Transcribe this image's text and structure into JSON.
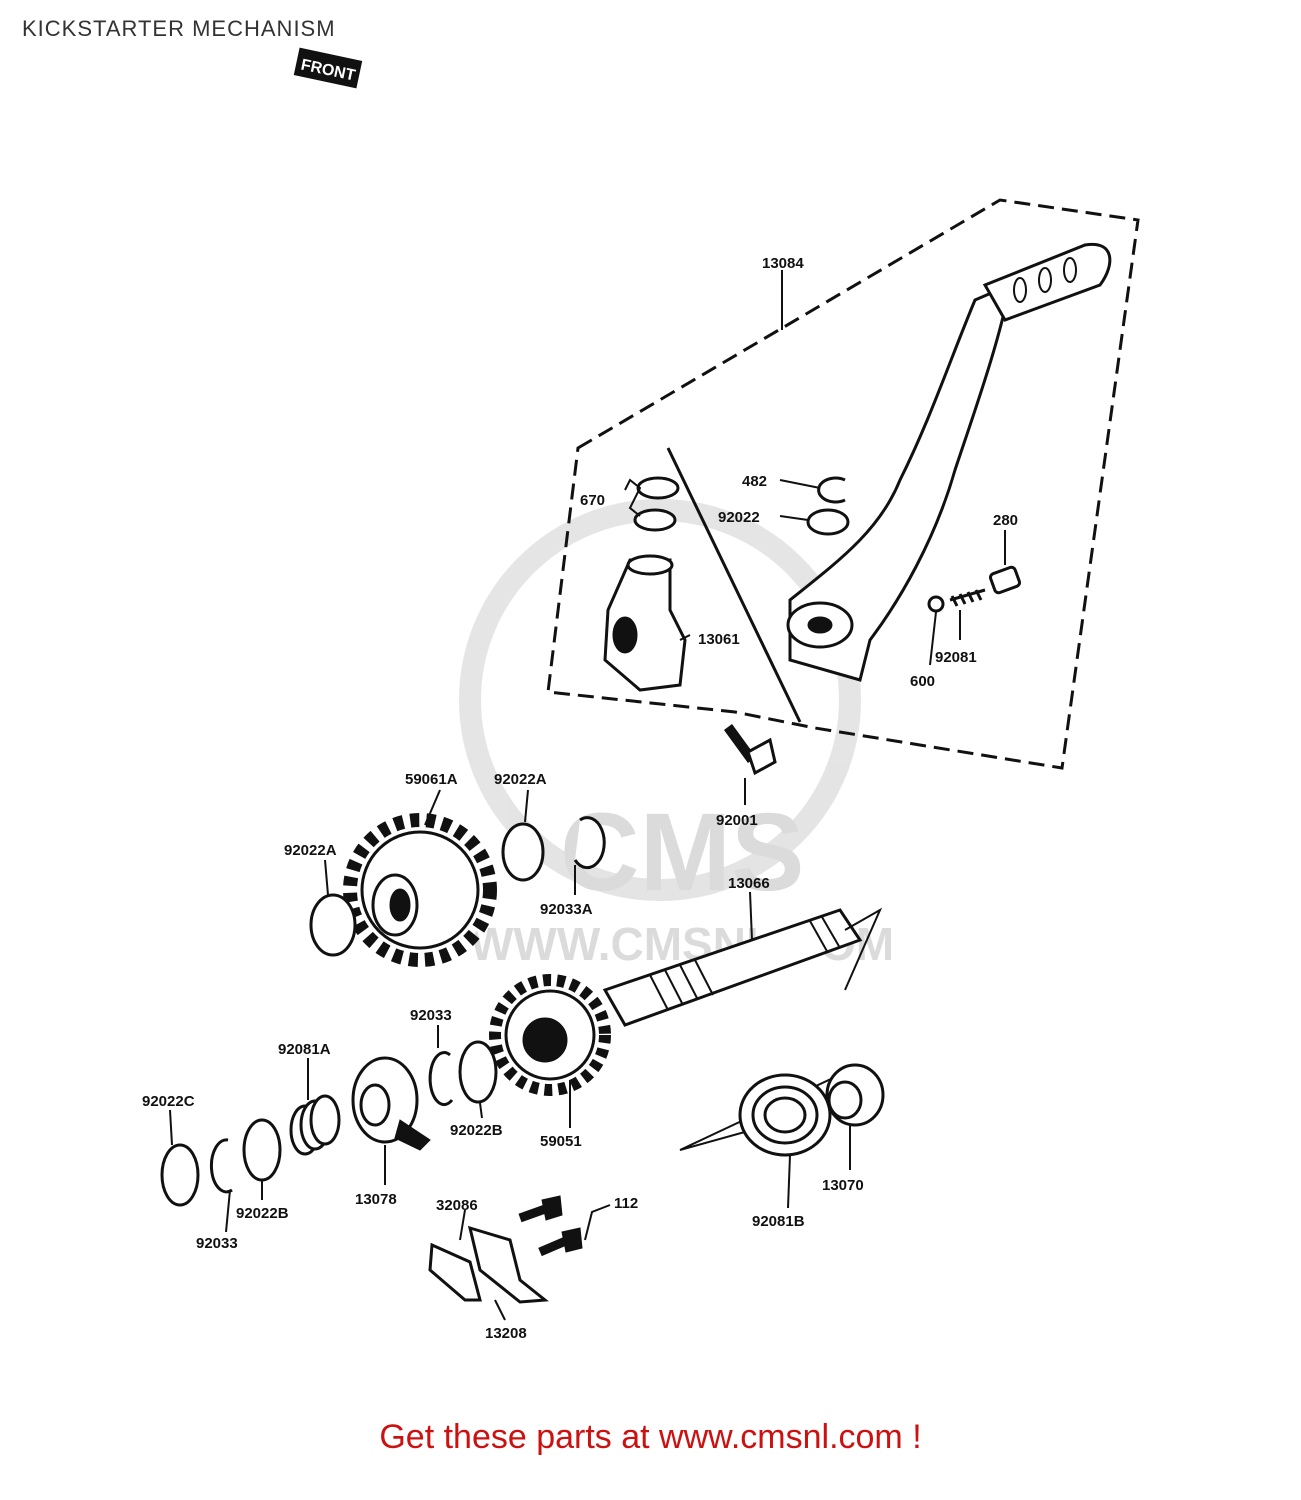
{
  "page": {
    "title": "KICKSTARTER MECHANISM",
    "footer": "Get these parts at www.cmsnl.com !",
    "footer_color": "#cc1111"
  },
  "watermark": {
    "brand": "CMS",
    "url": "WWW.CMSNL.COM"
  },
  "front_marker": "FRONT",
  "labels": {
    "p13084": "13084",
    "p482": "482",
    "p670": "670",
    "p92022": "92022",
    "p280": "280",
    "p13061": "13061",
    "p92081": "92081",
    "p600": "600",
    "p92001": "92001",
    "p59061A": "59061A",
    "p92022A_top": "92022A",
    "p92022A_left": "92022A",
    "p92033A": "92033A",
    "p13066": "13066",
    "p92033_mid": "92033",
    "p92081A": "92081A",
    "p92022C": "92022C",
    "p92022B_mid": "92022B",
    "p59051": "59051",
    "p13078": "13078",
    "p92022B_low": "92022B",
    "p92033_low": "92033",
    "p32086": "32086",
    "p112": "112",
    "p13208": "13208",
    "p92081B": "92081B",
    "p13070": "13070"
  }
}
